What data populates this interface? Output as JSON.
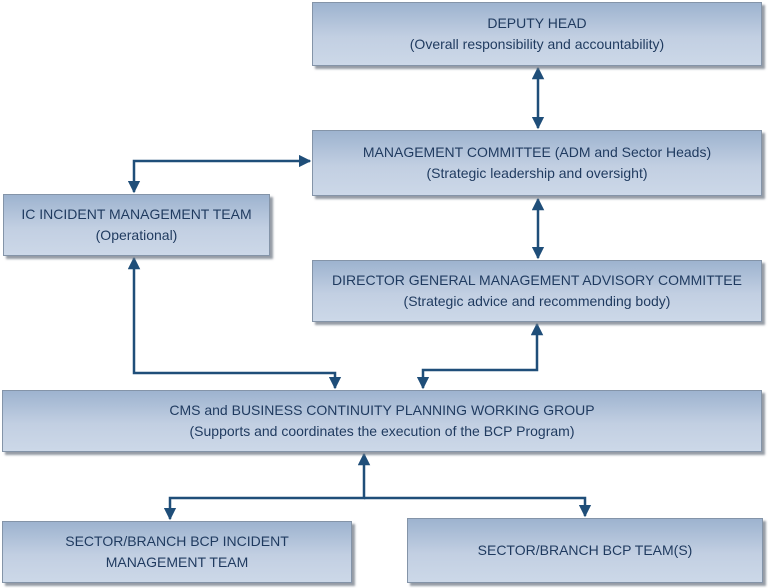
{
  "diagram": {
    "nodes": {
      "deputy_head": {
        "title": "DEPUTY HEAD",
        "subtitle": "(Overall responsibility and accountability)"
      },
      "management_committee": {
        "title": "MANAGEMENT COMMITTEE (ADM and Sector Heads)",
        "subtitle": "(Strategic leadership and oversight)"
      },
      "ic_incident_team": {
        "title": "IC INCIDENT MANAGEMENT TEAM",
        "subtitle": "(Operational)"
      },
      "dg_mac": {
        "title": "DIRECTOR GENERAL MANAGEMENT ADVISORY COMMITTEE",
        "subtitle": "(Strategic advice and recommending body)"
      },
      "cms_bcp_wg": {
        "title": "CMS and BUSINESS CONTINUITY PLANNING WORKING GROUP",
        "subtitle": "(Supports and coordinates the execution of the BCP Program)"
      },
      "sector_branch_incident_team": {
        "title": "SECTOR/BRANCH BCP INCIDENT MANAGEMENT TEAM"
      },
      "sector_branch_bcp_teams": {
        "title": "SECTOR/BRANCH BCP TEAM(S)"
      }
    },
    "edges": [
      {
        "from": "deputy_head",
        "to": "management_committee",
        "style": "double-arrow-straight"
      },
      {
        "from": "management_committee",
        "to": "ic_incident_team",
        "style": "double-arrow-elbow"
      },
      {
        "from": "management_committee",
        "to": "dg_mac",
        "style": "double-arrow-straight"
      },
      {
        "from": "ic_incident_team",
        "to": "cms_bcp_wg",
        "style": "double-arrow-elbow"
      },
      {
        "from": "dg_mac",
        "to": "cms_bcp_wg",
        "style": "double-arrow-elbow"
      },
      {
        "from": "cms_bcp_wg",
        "to": "sector_branch_incident_team",
        "style": "double-arrow-elbow"
      },
      {
        "from": "cms_bcp_wg",
        "to": "sector_branch_bcp_teams",
        "style": "single-arrow-elbow"
      }
    ],
    "colors": {
      "arrow": "#1f4e79",
      "text": "#1f3a5f",
      "box_top": "#9db3cf",
      "box_mid": "#c2cfe2",
      "box_bottom": "#ccd8e8",
      "border": "#8494a8",
      "background": "#ffffff"
    }
  }
}
